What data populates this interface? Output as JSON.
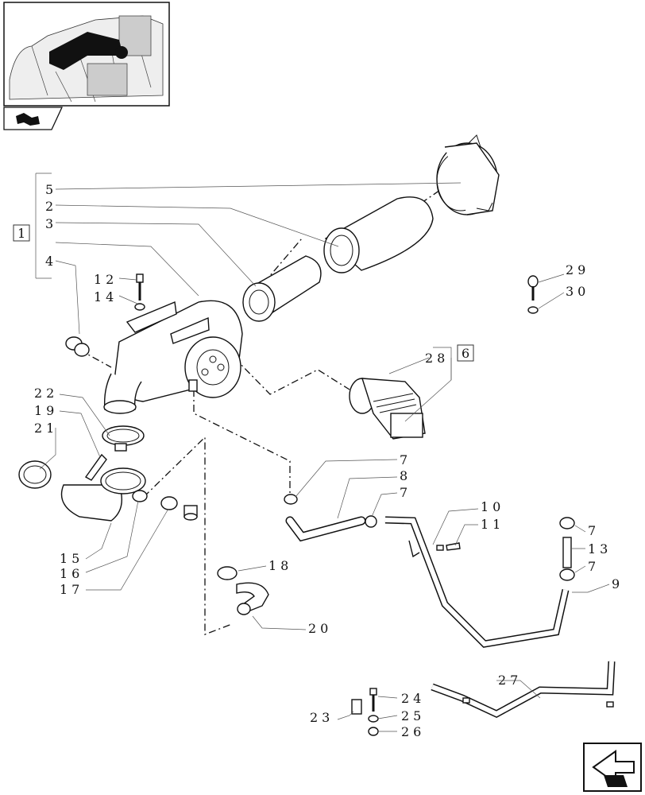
{
  "callouts": {
    "c1": "1",
    "c2": "2",
    "c3": "3",
    "c4": "4",
    "c5": "5",
    "c6": "6",
    "c7a": "7",
    "c7b": "7",
    "c7c": "7",
    "c7d": "7",
    "c8": "8",
    "c9": "9",
    "c10": "10",
    "c11": "11",
    "c12": "12",
    "c13": "13",
    "c14": "14",
    "c15": "15",
    "c16": "16",
    "c17": "17",
    "c18": "18",
    "c19": "19",
    "c20": "20",
    "c21": "21",
    "c22": "22",
    "c23": "23",
    "c24": "24",
    "c25": "25",
    "c26": "26",
    "c27": "27",
    "c28": "28",
    "c29": "29",
    "c30": "30"
  },
  "icons": {
    "thumbnail": "engine-thumbnail-icon",
    "section": "section-arrow-icon",
    "navigate": "next-page-arrow-icon"
  }
}
